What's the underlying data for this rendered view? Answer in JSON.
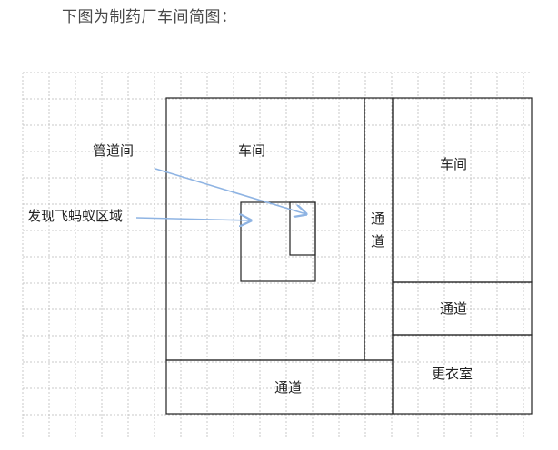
{
  "title": "下图为制药厂车间简图：",
  "labels": {
    "pipe_room": "管道间",
    "workshop_left": "车间",
    "workshop_right": "车间",
    "corridor_vertical": [
      "通",
      "道"
    ],
    "corridor_right": "通道",
    "changing_room": "更衣室",
    "corridor_bottom": "通道",
    "mosquito_area": "发现飞蚂蚁区域"
  },
  "colors": {
    "grid": "#c8c8c8",
    "wall": "#222222",
    "arrow": "#8fb4e3",
    "title_text": "#4a4a4a"
  }
}
